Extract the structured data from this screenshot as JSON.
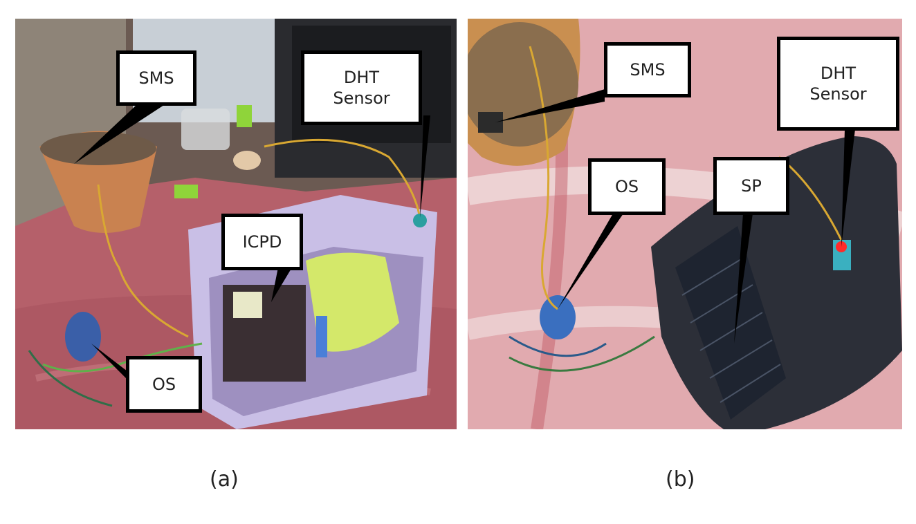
{
  "panels": [
    {
      "caption": "(a)",
      "labels": {
        "sms": "SMS",
        "dht": "DHT\nSensor",
        "icpd": "ICPD",
        "os": "OS"
      }
    },
    {
      "caption": "(b)",
      "labels": {
        "sms": "SMS",
        "dht": "DHT\nSensor",
        "os": "OS",
        "sp": "SP"
      }
    }
  ],
  "colors": {
    "cloth": "#b5606a",
    "pot": "#c98250",
    "box": "#c9bfe6",
    "foam": "#d4e86a",
    "solar_panel": "#2c2f38",
    "sensor_blue": "#3a6fbf"
  }
}
